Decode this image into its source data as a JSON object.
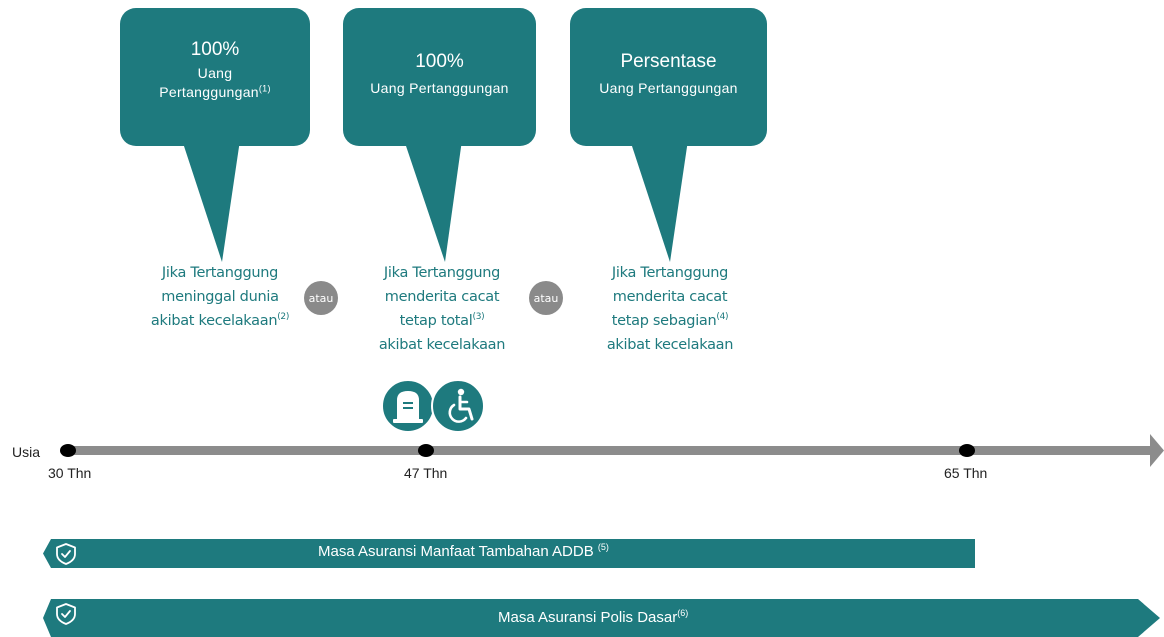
{
  "benefits": [
    {
      "amount": "100%",
      "label": "Uang Pertanggungan",
      "note": "(1)"
    },
    {
      "amount": "100%",
      "label": "Uang Pertanggungan",
      "note": ""
    },
    {
      "amount": "Persentase",
      "label": "Uang Pertanggungan",
      "note": ""
    }
  ],
  "conditions": [
    {
      "lines": [
        "Jika Tertanggung",
        "meninggal dunia",
        "akibat kecelakaan"
      ],
      "note": "(2)"
    },
    {
      "lines": [
        "Jika Tertanggung",
        "menderita cacat",
        "tetap total",
        "akibat kecelakaan"
      ],
      "note": "(3)"
    },
    {
      "lines": [
        "Jika Tertanggung",
        "menderita cacat",
        "tetap sebagian",
        "akibat kecelakaan"
      ],
      "note": "(4)"
    }
  ],
  "connector": "atau",
  "timeline": {
    "axis_label": "Usia",
    "ticks": [
      "30 Thn",
      "47 Thn",
      "65 Thn"
    ],
    "event_icons": [
      "gravestone-icon",
      "wheelchair-icon"
    ]
  },
  "periods": [
    {
      "label": "Masa Asuransi Manfaat Tambahan ADDB",
      "note": "(5)"
    },
    {
      "label": "Masa Asuransi Polis Dasar",
      "note": "(6)"
    }
  ],
  "colors": {
    "teal": "#1e7a7e",
    "condition_text": "#1e7a7e",
    "connector_gray": "#8a8a8a",
    "axis_gray": "#8c8c8c",
    "dot": "#000000"
  }
}
